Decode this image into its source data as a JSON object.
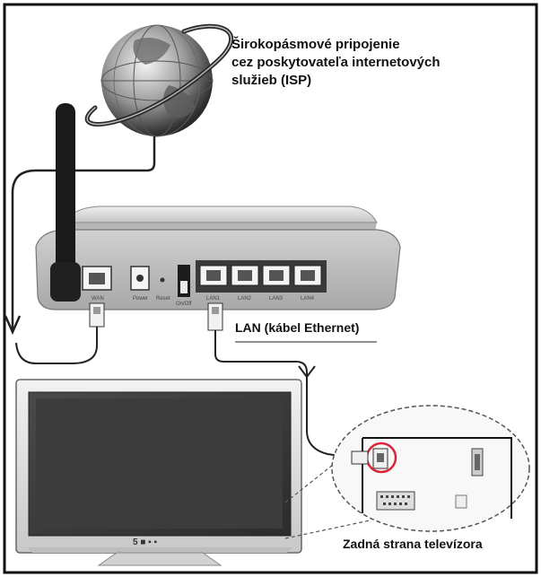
{
  "labels": {
    "isp_line1": "Širokopásmové pripojenie",
    "isp_line2": "cez poskytovateľa internetových",
    "isp_line3": "služieb (ISP)",
    "lan": "LAN (kábel Ethernet)",
    "tv_back": "Zadná strana televízora"
  },
  "router": {
    "ports": [
      "WAN",
      "Power",
      "Reset",
      "On/Off",
      "LAN1",
      "LAN2",
      "LAN3",
      "LAN4"
    ]
  },
  "colors": {
    "frame": "#111111",
    "cable": "#222222",
    "highlight_circle": "#d9263a",
    "router_body": "#d8d8d8",
    "tv_screen": "#3c3c3c"
  }
}
